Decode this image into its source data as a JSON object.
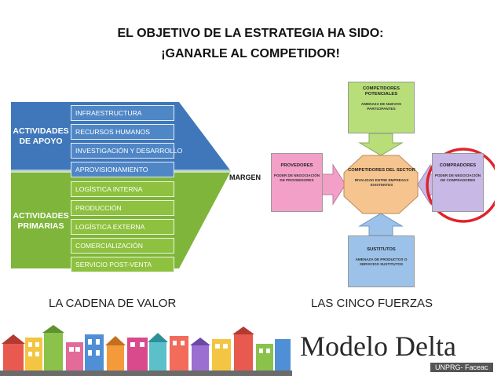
{
  "title": {
    "line1": "EL OBJETIVO DE LA ESTRATEGIA HA SIDO:",
    "line2": "¡GANARLE AL COMPETIDOR!"
  },
  "value_chain": {
    "support_label": "ACTIVIDADES DE APOYO",
    "primary_label": "ACTIVIDADES PRIMARIAS",
    "support_rows": [
      "INFRAESTRUCTURA",
      "RECURSOS HUMANOS",
      "INVESTIGACIÓN Y DESARROLLO",
      "APROVISIONAMIENTO"
    ],
    "primary_rows": [
      "LOGÍSTICA INTERNA",
      "PRODUCCIÓN",
      "LOGÍSTICA EXTERNA",
      "COMERCIALIZACIÓN",
      "SERVICIO POST-VENTA"
    ],
    "margin_label": "MARGEN",
    "caption": "LA CADENA DE VALOR"
  },
  "five_forces": {
    "top": {
      "heading": "COMPETIDORES POTENCIALES",
      "sub": "AMENAZA DE NUEVOS PARTICIPANTES"
    },
    "left": {
      "heading": "PROVEDORES",
      "sub": "PODER DE NEGOCIACIÓN DE PROVEEDORES"
    },
    "center": {
      "heading": "COMPETIDORES DEL SECTOR",
      "sub": "RIVALIDAD ENTRE EMPRESAS EXISTENTES"
    },
    "right": {
      "heading": "COMPRADORES",
      "sub": "PODER DE NEGOCIACIÓN DE COMPRADORES"
    },
    "bottom": {
      "heading": "SUSTITUTOS",
      "sub": "AMENAZA DE PRODUCTOS O SERVICIOS SUSTITUTOS"
    },
    "caption": "LAS CINCO FUERZAS",
    "highlight_color": "#e0242a"
  },
  "brand": {
    "name": "Modelo Delta",
    "sub": "UNPRG- Faceac"
  },
  "colors": {
    "support_blue": "#4f86c6",
    "primary_green": "#8ec13f",
    "force_green": "#b8de7a",
    "force_pink": "#f2a0c7",
    "force_purple": "#c7b8e6",
    "force_blue": "#9cc2ea",
    "force_orange": "#f6c48e"
  }
}
